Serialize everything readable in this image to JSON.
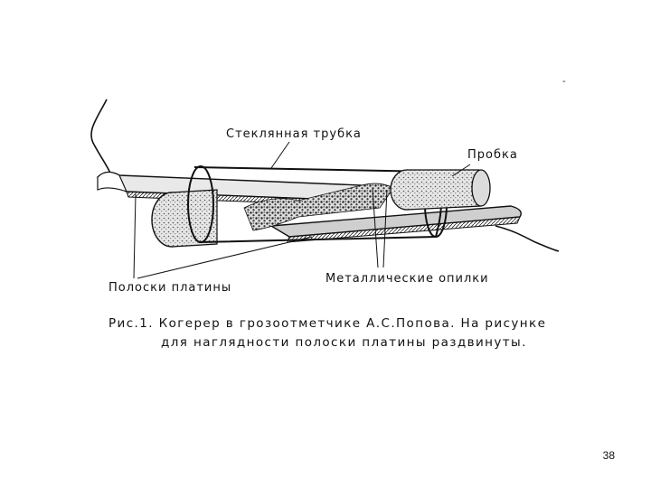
{
  "labels": {
    "glass_tube": "Стеклянная трубка",
    "cork": "Пробка",
    "platinum_strips": "Полоски платины",
    "metal_filings": "Металлические опилки"
  },
  "caption": {
    "line1": "Рис.1. Когерер в грозоотметчике А.С.Попова. На рисунке",
    "line2": "для наглядности полоски платины раздвинуты."
  },
  "page_number": "38",
  "corner_mark": "-"
}
